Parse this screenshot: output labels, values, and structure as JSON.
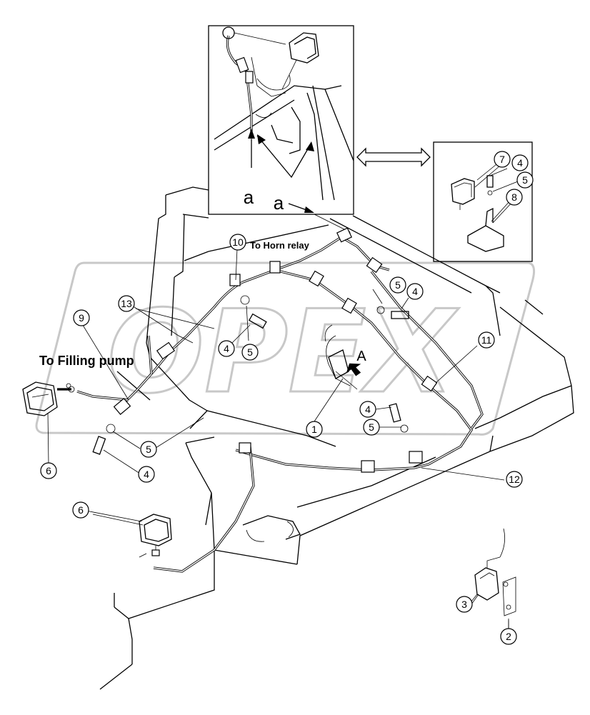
{
  "labels": {
    "filling_pump": "To Filling pump",
    "horn_relay": "To Horn relay",
    "view_a": "A",
    "detail_a1": "a",
    "detail_a2": "a"
  },
  "watermark": "OPEX",
  "callouts": [
    {
      "id": "c1",
      "text": "1"
    },
    {
      "id": "c2",
      "text": "2"
    },
    {
      "id": "c3",
      "text": "3"
    },
    {
      "id": "c4a",
      "text": "4"
    },
    {
      "id": "c4b",
      "text": "4"
    },
    {
      "id": "c4c",
      "text": "4"
    },
    {
      "id": "c4d",
      "text": "4"
    },
    {
      "id": "c4e",
      "text": "4"
    },
    {
      "id": "c5a",
      "text": "5"
    },
    {
      "id": "c5b",
      "text": "5"
    },
    {
      "id": "c5c",
      "text": "5"
    },
    {
      "id": "c5d",
      "text": "5"
    },
    {
      "id": "c5e",
      "text": "5"
    },
    {
      "id": "c6a",
      "text": "6"
    },
    {
      "id": "c6b",
      "text": "6"
    },
    {
      "id": "c7",
      "text": "7"
    },
    {
      "id": "c8",
      "text": "8"
    },
    {
      "id": "c9",
      "text": "9"
    },
    {
      "id": "c10",
      "text": "10"
    },
    {
      "id": "c11",
      "text": "11"
    },
    {
      "id": "c12",
      "text": "12"
    },
    {
      "id": "c13",
      "text": "13"
    }
  ],
  "colors": {
    "line": "#000000",
    "watermark": "#c8c8c8",
    "background": "#ffffff"
  }
}
